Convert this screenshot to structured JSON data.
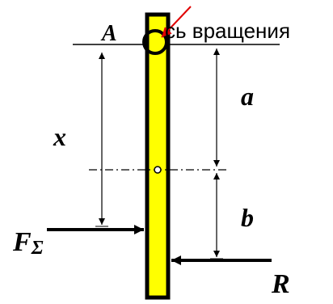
{
  "labels": {
    "point_a": "A",
    "axis_caption": "сь вращения",
    "dim_x": "x",
    "dim_a": "a",
    "dim_b": "b",
    "force_f_main": "F",
    "force_f_sub": "Σ",
    "force_r": "R"
  },
  "colors": {
    "beam_fill": "#ffff00",
    "ink": "#000000",
    "pointer": "#ff0000",
    "background": "#ffffff"
  }
}
